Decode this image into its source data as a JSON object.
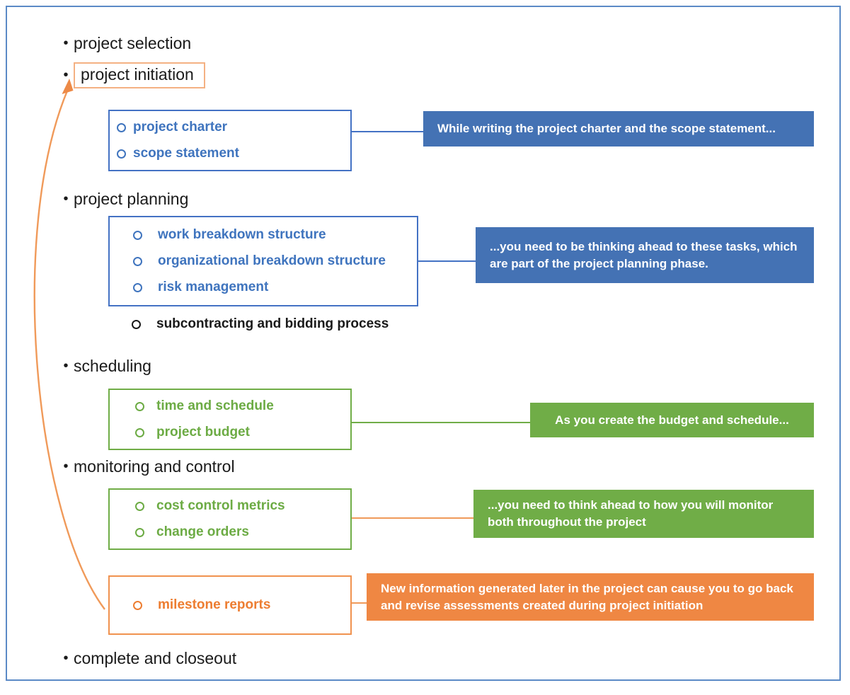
{
  "palette": {
    "blue_fill": "#4472B4",
    "blue_border": "#4472C4",
    "blue_text": "#3F74BE",
    "green": "#70AD47",
    "orange_fill": "#EF8743",
    "orange_text": "#ED7D31",
    "orange_light_border": "#F4B183",
    "orange_arrow": "#F09A5A",
    "page_border": "#5B8AC6",
    "text_dark": "#1A1A1A"
  },
  "phases": {
    "selection": "project selection",
    "initiation": "project initiation",
    "planning": "project planning",
    "scheduling": "scheduling",
    "monitoring": "monitoring and control",
    "closeout": "complete and closeout"
  },
  "groups": {
    "initiation": [
      "project charter",
      "scope statement"
    ],
    "planning": [
      "work breakdown structure",
      "organizational breakdown structure",
      "risk management"
    ],
    "planning_loose": "subcontracting and bidding process",
    "scheduling": [
      "time and schedule",
      "project budget"
    ],
    "monitoring": [
      "cost control metrics",
      "change orders"
    ],
    "milestone": [
      "milestone reports"
    ]
  },
  "callouts": {
    "initiation": "While writing the project charter and the scope statement...",
    "planning": "...you need to be thinking ahead to these tasks, which are part of the project planning phase.",
    "scheduling": "As you create the budget and schedule...",
    "monitoring": "...you need to think ahead to how you will monitor both throughout the project",
    "revision": "New information generated later in the project can cause you to go back and revise assessments created during project initiation"
  }
}
